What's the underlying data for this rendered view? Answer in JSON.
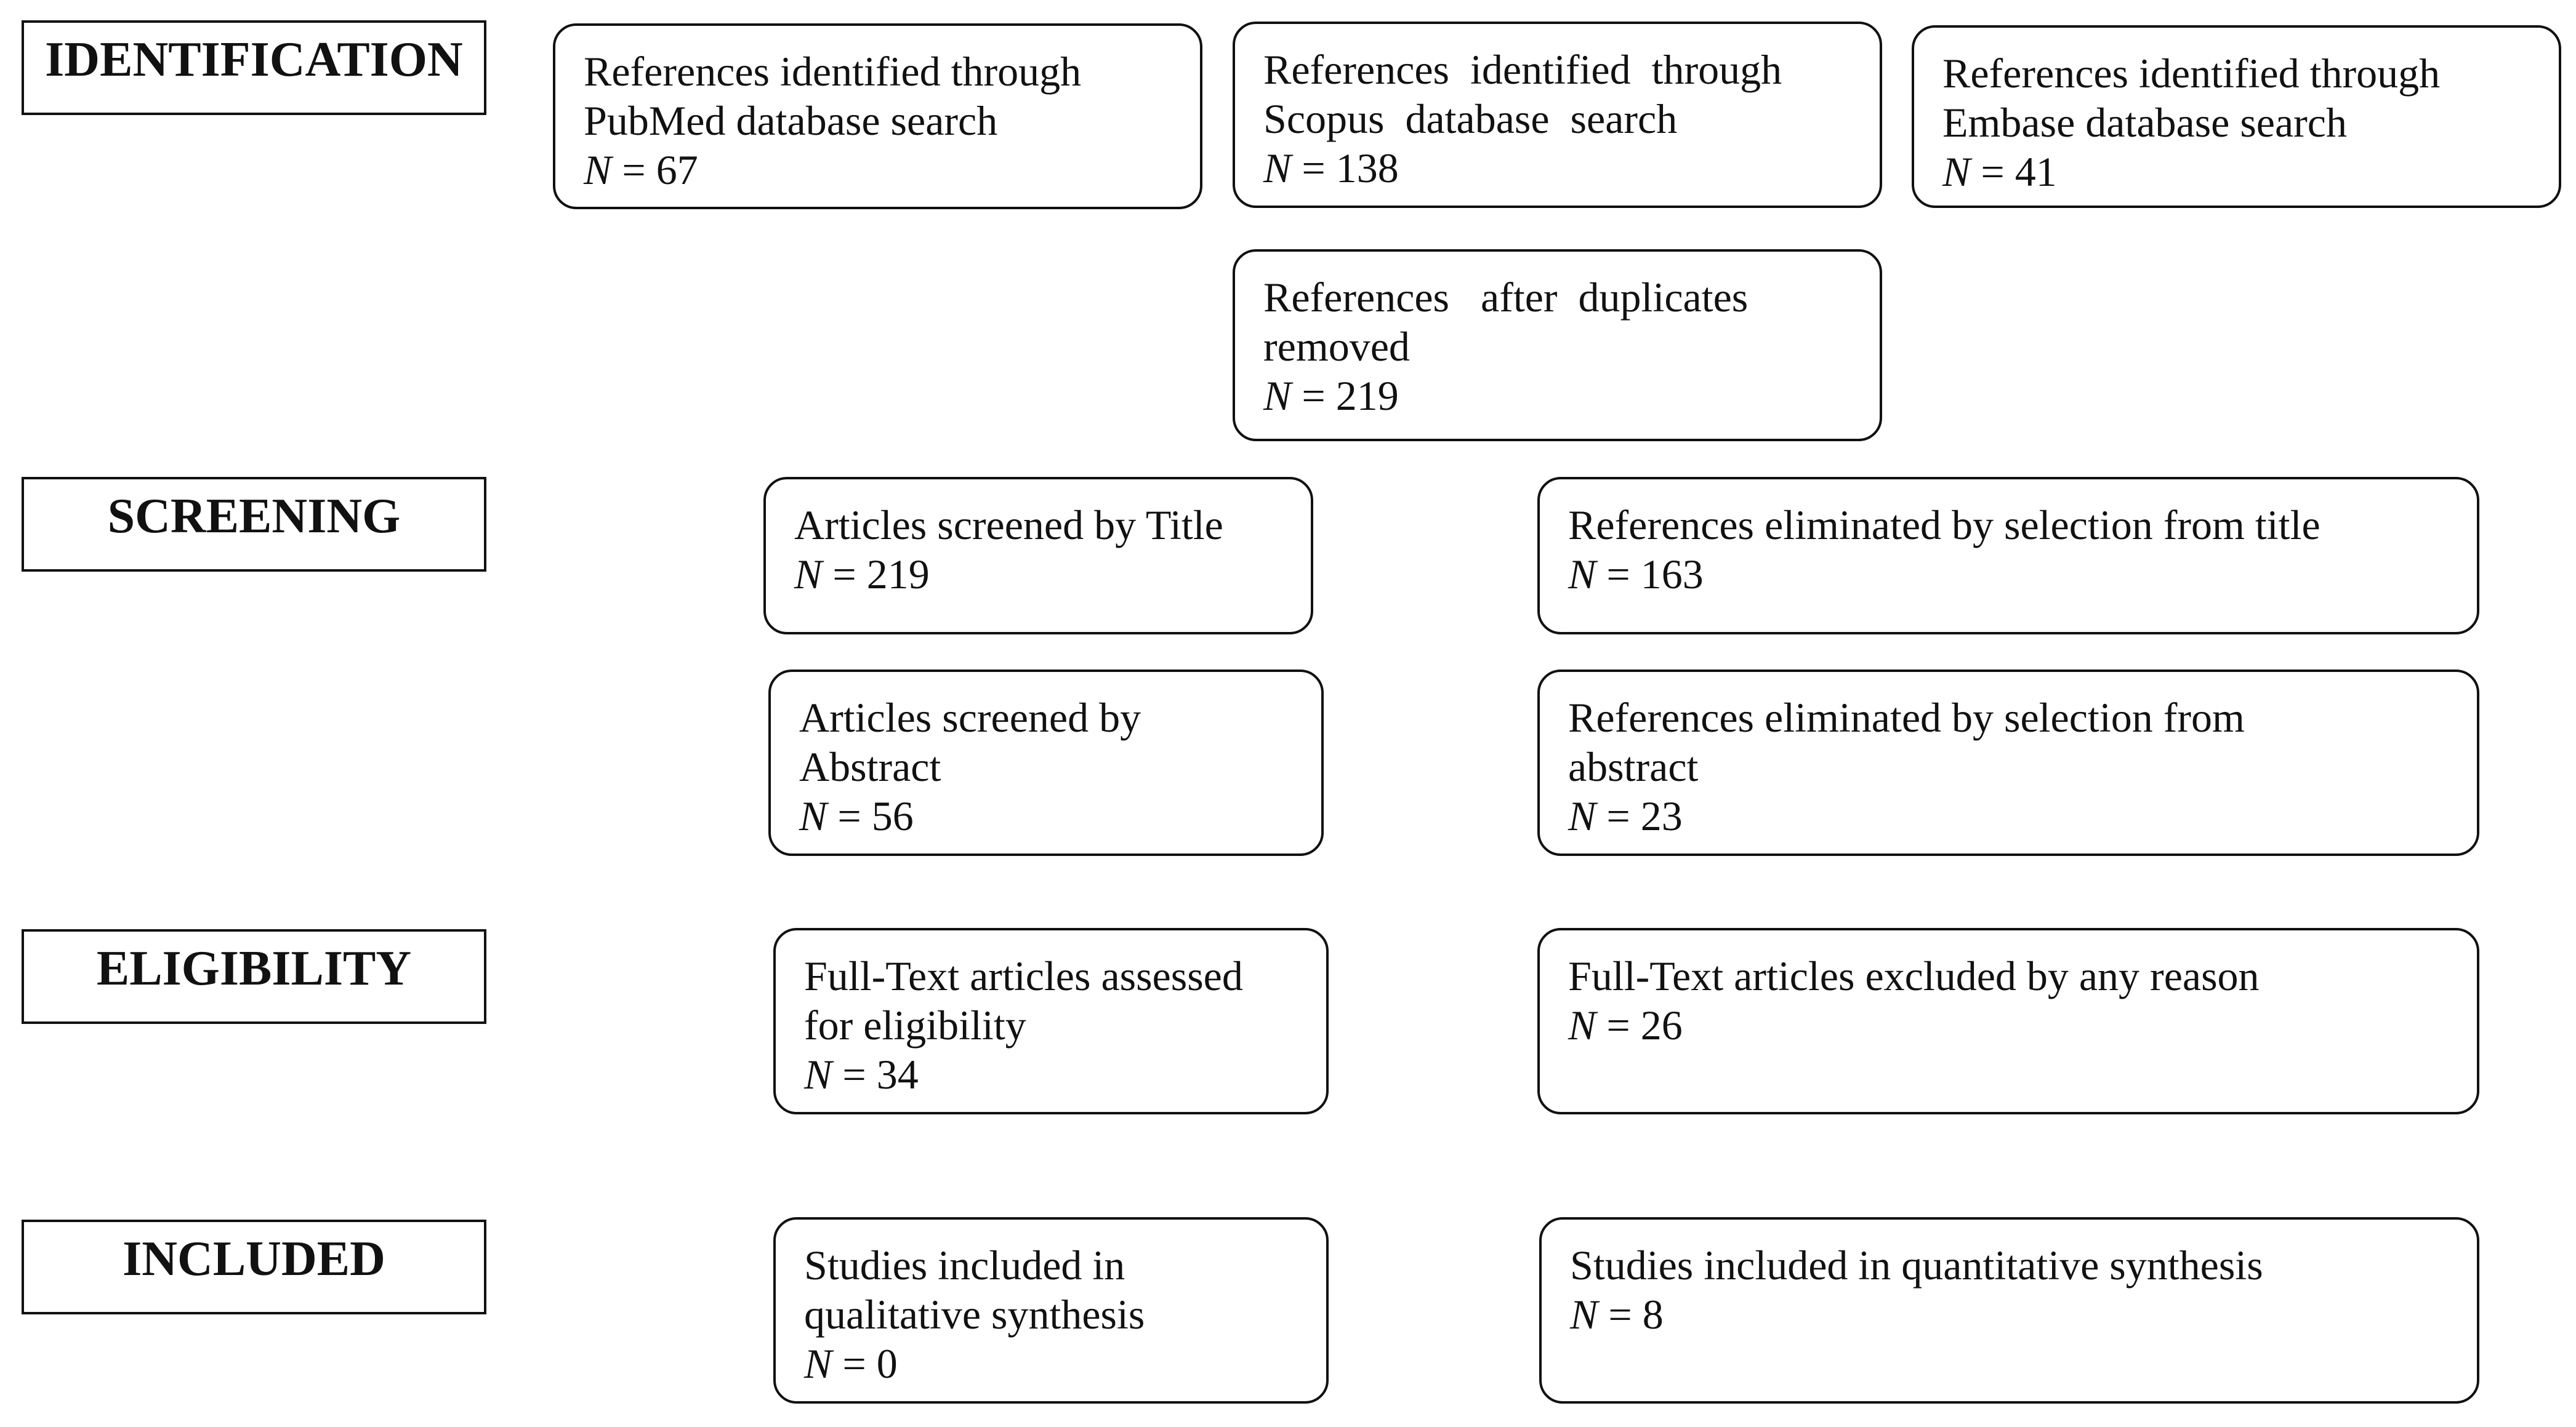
{
  "stages": {
    "identification": "IDENTIFICATION",
    "screening": "SCREENING",
    "eligibility": "ELIGIBILITY",
    "included": "INCLUDED"
  },
  "boxes": {
    "pubmed": {
      "line1": "References identified through",
      "line2": "PubMed database search",
      "n_symbol": "N",
      "n_value": " = 67"
    },
    "scopus": {
      "line1": "References  identified  through",
      "line2": "Scopus  database  search",
      "n_symbol": "N",
      "n_value": " = 138"
    },
    "embase": {
      "line1": "References identified through",
      "line2": "Embase database search",
      "n_symbol": "N",
      "n_value": " = 41"
    },
    "dedup": {
      "line1": "References   after  duplicates",
      "line2": "removed",
      "n_symbol": "N",
      "n_value": " = 219"
    },
    "title_screen": {
      "line1": "Articles screened by Title",
      "n_symbol": "N",
      "n_value": " = 219"
    },
    "title_elim": {
      "line1": "References eliminated by selection from title",
      "n_symbol": "N",
      "n_value": " = 163"
    },
    "abstract_screen": {
      "line1": "Articles screened by",
      "line2": "Abstract",
      "n_symbol": "N",
      "n_value": " = 56"
    },
    "abstract_elim": {
      "line1": "References eliminated by selection from",
      "line2": "abstract",
      "n_symbol": "N",
      "n_value": " = 23"
    },
    "fulltext_assess": {
      "line1": "Full-Text articles assessed",
      "line2": "for eligibility",
      "n_symbol": "N",
      "n_value": " = 34"
    },
    "fulltext_excl": {
      "line1": "Full-Text articles excluded by any reason",
      "n_symbol": "N",
      "n_value": " = 26"
    },
    "qualitative": {
      "line1": "Studies included in",
      "line2": "qualitative synthesis",
      "n_symbol": "N",
      "n_value": " = 0"
    },
    "quantitative": {
      "line1": "Studies included in quantitative synthesis",
      "n_symbol": "N",
      "n_value": " = 8"
    }
  }
}
